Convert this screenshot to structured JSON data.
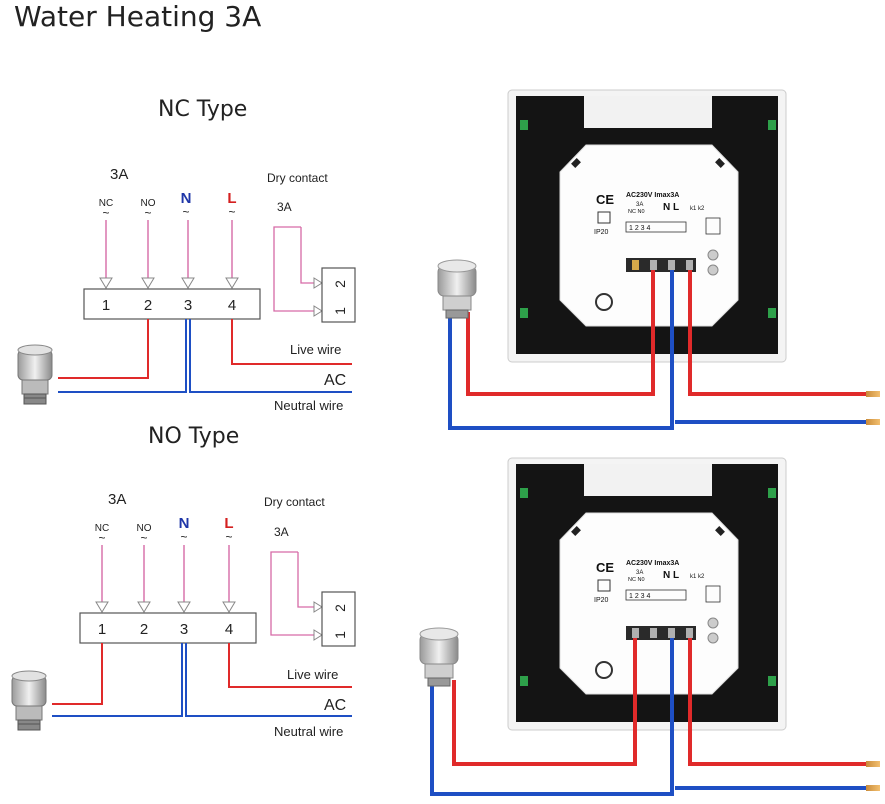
{
  "title": "Water Heating 3A",
  "sections": [
    {
      "heading": "NC Type",
      "rating": "3A",
      "terminal_labels": [
        {
          "name": "NC",
          "symbol": "~",
          "color": "#222222"
        },
        {
          "name": "NO",
          "symbol": "~",
          "color": "#222222"
        },
        {
          "name": "N",
          "symbol": "~",
          "color": "#1f36a8"
        },
        {
          "name": "L",
          "symbol": "~",
          "color": "#d42020"
        }
      ],
      "terminal_numbers": [
        "1",
        "2",
        "3",
        "4"
      ],
      "dry_contact_label": "Dry contact",
      "dry_contact_rating": "3A",
      "dry_contact_terminals": [
        "2",
        "1"
      ],
      "wire_labels": {
        "live": "Live wire",
        "ac": "AC",
        "neutral": "Neutral wire"
      }
    },
    {
      "heading": "NO Type",
      "rating": "3A",
      "terminal_labels": [
        {
          "name": "NC",
          "symbol": "~",
          "color": "#222222"
        },
        {
          "name": "NO",
          "symbol": "~",
          "color": "#222222"
        },
        {
          "name": "N",
          "symbol": "~",
          "color": "#1f36a8"
        },
        {
          "name": "L",
          "symbol": "~",
          "color": "#d42020"
        }
      ],
      "terminal_numbers": [
        "1",
        "2",
        "3",
        "4"
      ],
      "dry_contact_label": "Dry contact",
      "dry_contact_rating": "3A",
      "dry_contact_terminals": [
        "2",
        "1"
      ],
      "wire_labels": {
        "live": "Live wire",
        "ac": "AC",
        "neutral": "Neutral wire"
      }
    }
  ],
  "device_labels": {
    "ce": "CE",
    "spec": "AC230V Imax3A",
    "rating": "3A",
    "nc_no": "NC N0",
    "nl": "N  L",
    "k1k2": "k1 k2",
    "numbers": "1  2  3  4",
    "ip": "IP20"
  },
  "colors": {
    "live": "#e02a2a",
    "neutral": "#1e4fc4",
    "pink": "#d66aa6"
  }
}
